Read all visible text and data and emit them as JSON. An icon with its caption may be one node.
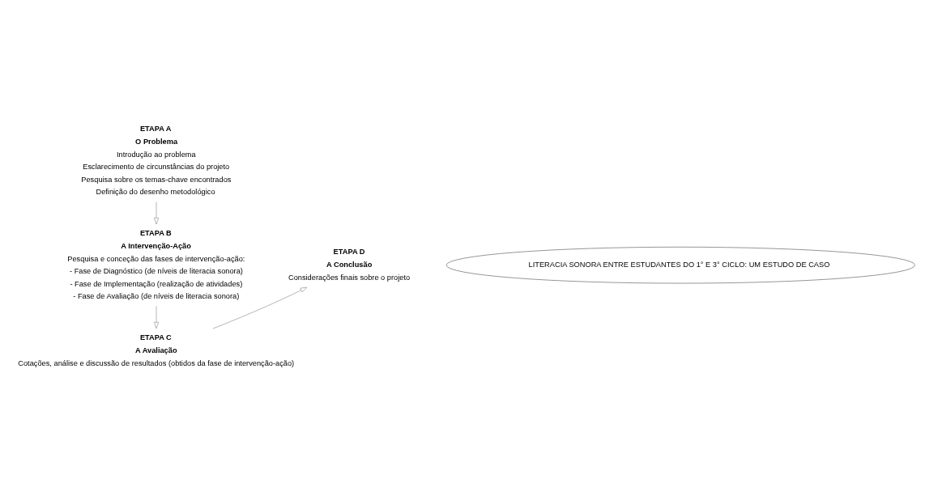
{
  "diagram": {
    "nodes": [
      {
        "text": [
          "ETAPA A",
          "O Problema",
          "Introdução ao problema",
          "Esclarecimento de circunstâncias do projeto",
          "Pesquisa sobre os temas-chave encontrados",
          "Definição do desenho metodológico"
        ]
      },
      {
        "text": [
          "ETAPA B",
          "A Intervenção-Ação",
          "Pesquisa e conceção das fases de intervenção-ação:",
          "- Fase de Diagnóstico (de níveis de literacia sonora)",
          "- Fase de Implementação (realização de atividades)",
          "- Fase de Avaliação (de níveis de literacia sonora)"
        ]
      },
      {
        "text": [
          "ETAPA C",
          "A Avaliação",
          "Cotações, análise e discussão de resultados (obtidos da fase de intervenção-ação)"
        ]
      },
      {
        "text": [
          "ETAPA D",
          "A Conclusão",
          "Considerações finais sobre o projeto"
        ]
      },
      {
        "text": [
          "LITERACIA SONORA ENTRE ESTUDANTES DO 1° E 3° CICLO: UM ESTUDO DE CASO"
        ]
      }
    ],
    "edges": [
      {
        "from": 0,
        "to": 1,
        "arrow": "to"
      },
      {
        "from": 1,
        "to": 2,
        "arrow": "to"
      },
      {
        "from": 2,
        "to": 3,
        "arrow": "to"
      }
    ]
  }
}
